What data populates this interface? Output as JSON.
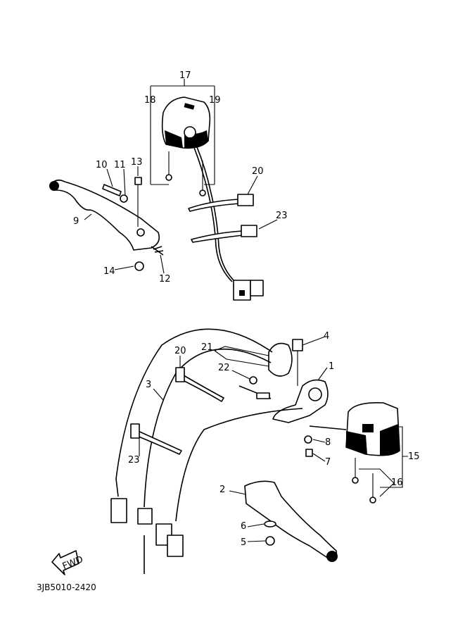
{
  "diagram": {
    "labels": {
      "l1": "1",
      "l2": "2",
      "l3": "3",
      "l4": "4",
      "l5": "5",
      "l6": "6",
      "l7": "7",
      "l8": "8",
      "l9": "9",
      "l10": "10",
      "l11": "11",
      "l12": "12",
      "l13": "13",
      "l14": "14",
      "l15": "15",
      "l16": "16",
      "l17": "17",
      "l18": "18",
      "l19": "19",
      "l20a": "20",
      "l20b": "20",
      "l21": "21",
      "l22": "22",
      "l23a": "23",
      "l23b": "23"
    },
    "fwd_label": "FWD",
    "diagram_code": "3JB5010-2420"
  }
}
